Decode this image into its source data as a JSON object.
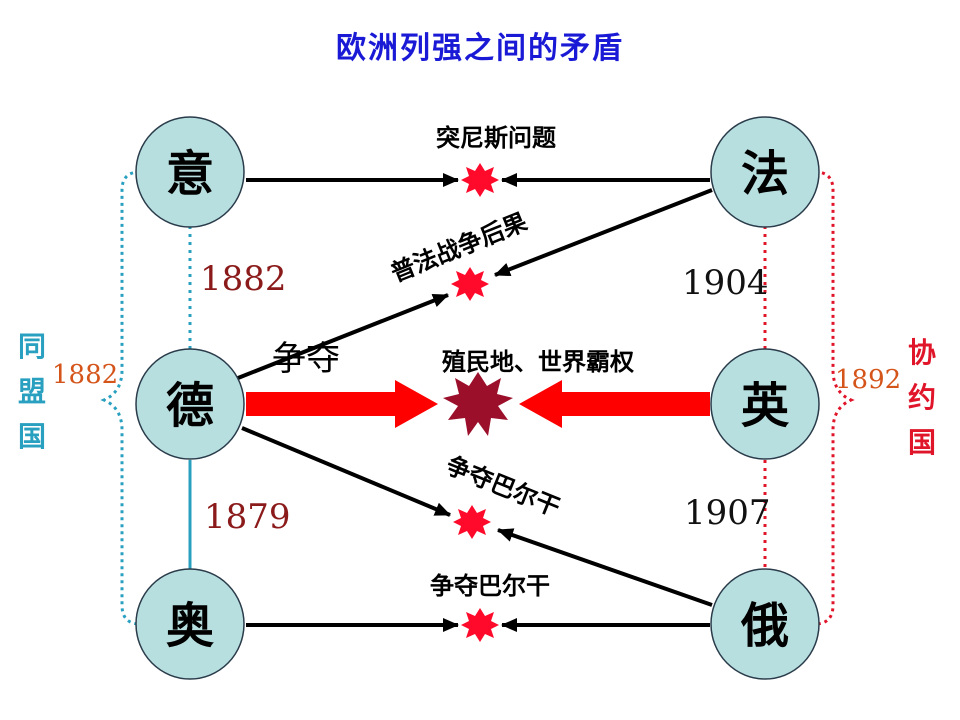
{
  "title": "欧洲列强之间的矛盾",
  "nodes": {
    "italy": "意",
    "france": "法",
    "germany": "德",
    "britain": "英",
    "austria": "奥",
    "russia": "俄"
  },
  "years": {
    "italy_germany": "1882",
    "germany_austria": "1879",
    "france_britain": "1904",
    "britain_russia": "1907",
    "alliance_side": "1882",
    "entente_side": "1892"
  },
  "blocs": {
    "left": [
      "同",
      "盟",
      "国"
    ],
    "right": [
      "协",
      "约",
      "国"
    ]
  },
  "conflicts": {
    "tunisia": "突尼斯问题",
    "franco_prussian": "普法战争后果",
    "zhengduo": "争夺",
    "colonies": "殖民地、世界霸权",
    "balkans_upper": "争夺巴尔干",
    "balkans_lower": "争夺巴尔干"
  },
  "colors": {
    "title": "#1a1ad6",
    "node_fill": "#b8dfe0",
    "triple_alliance": "#2aa0c0",
    "triple_entente": "#e0152a",
    "big_arrow": "#ff0000",
    "clash": "#9b0f2a"
  }
}
